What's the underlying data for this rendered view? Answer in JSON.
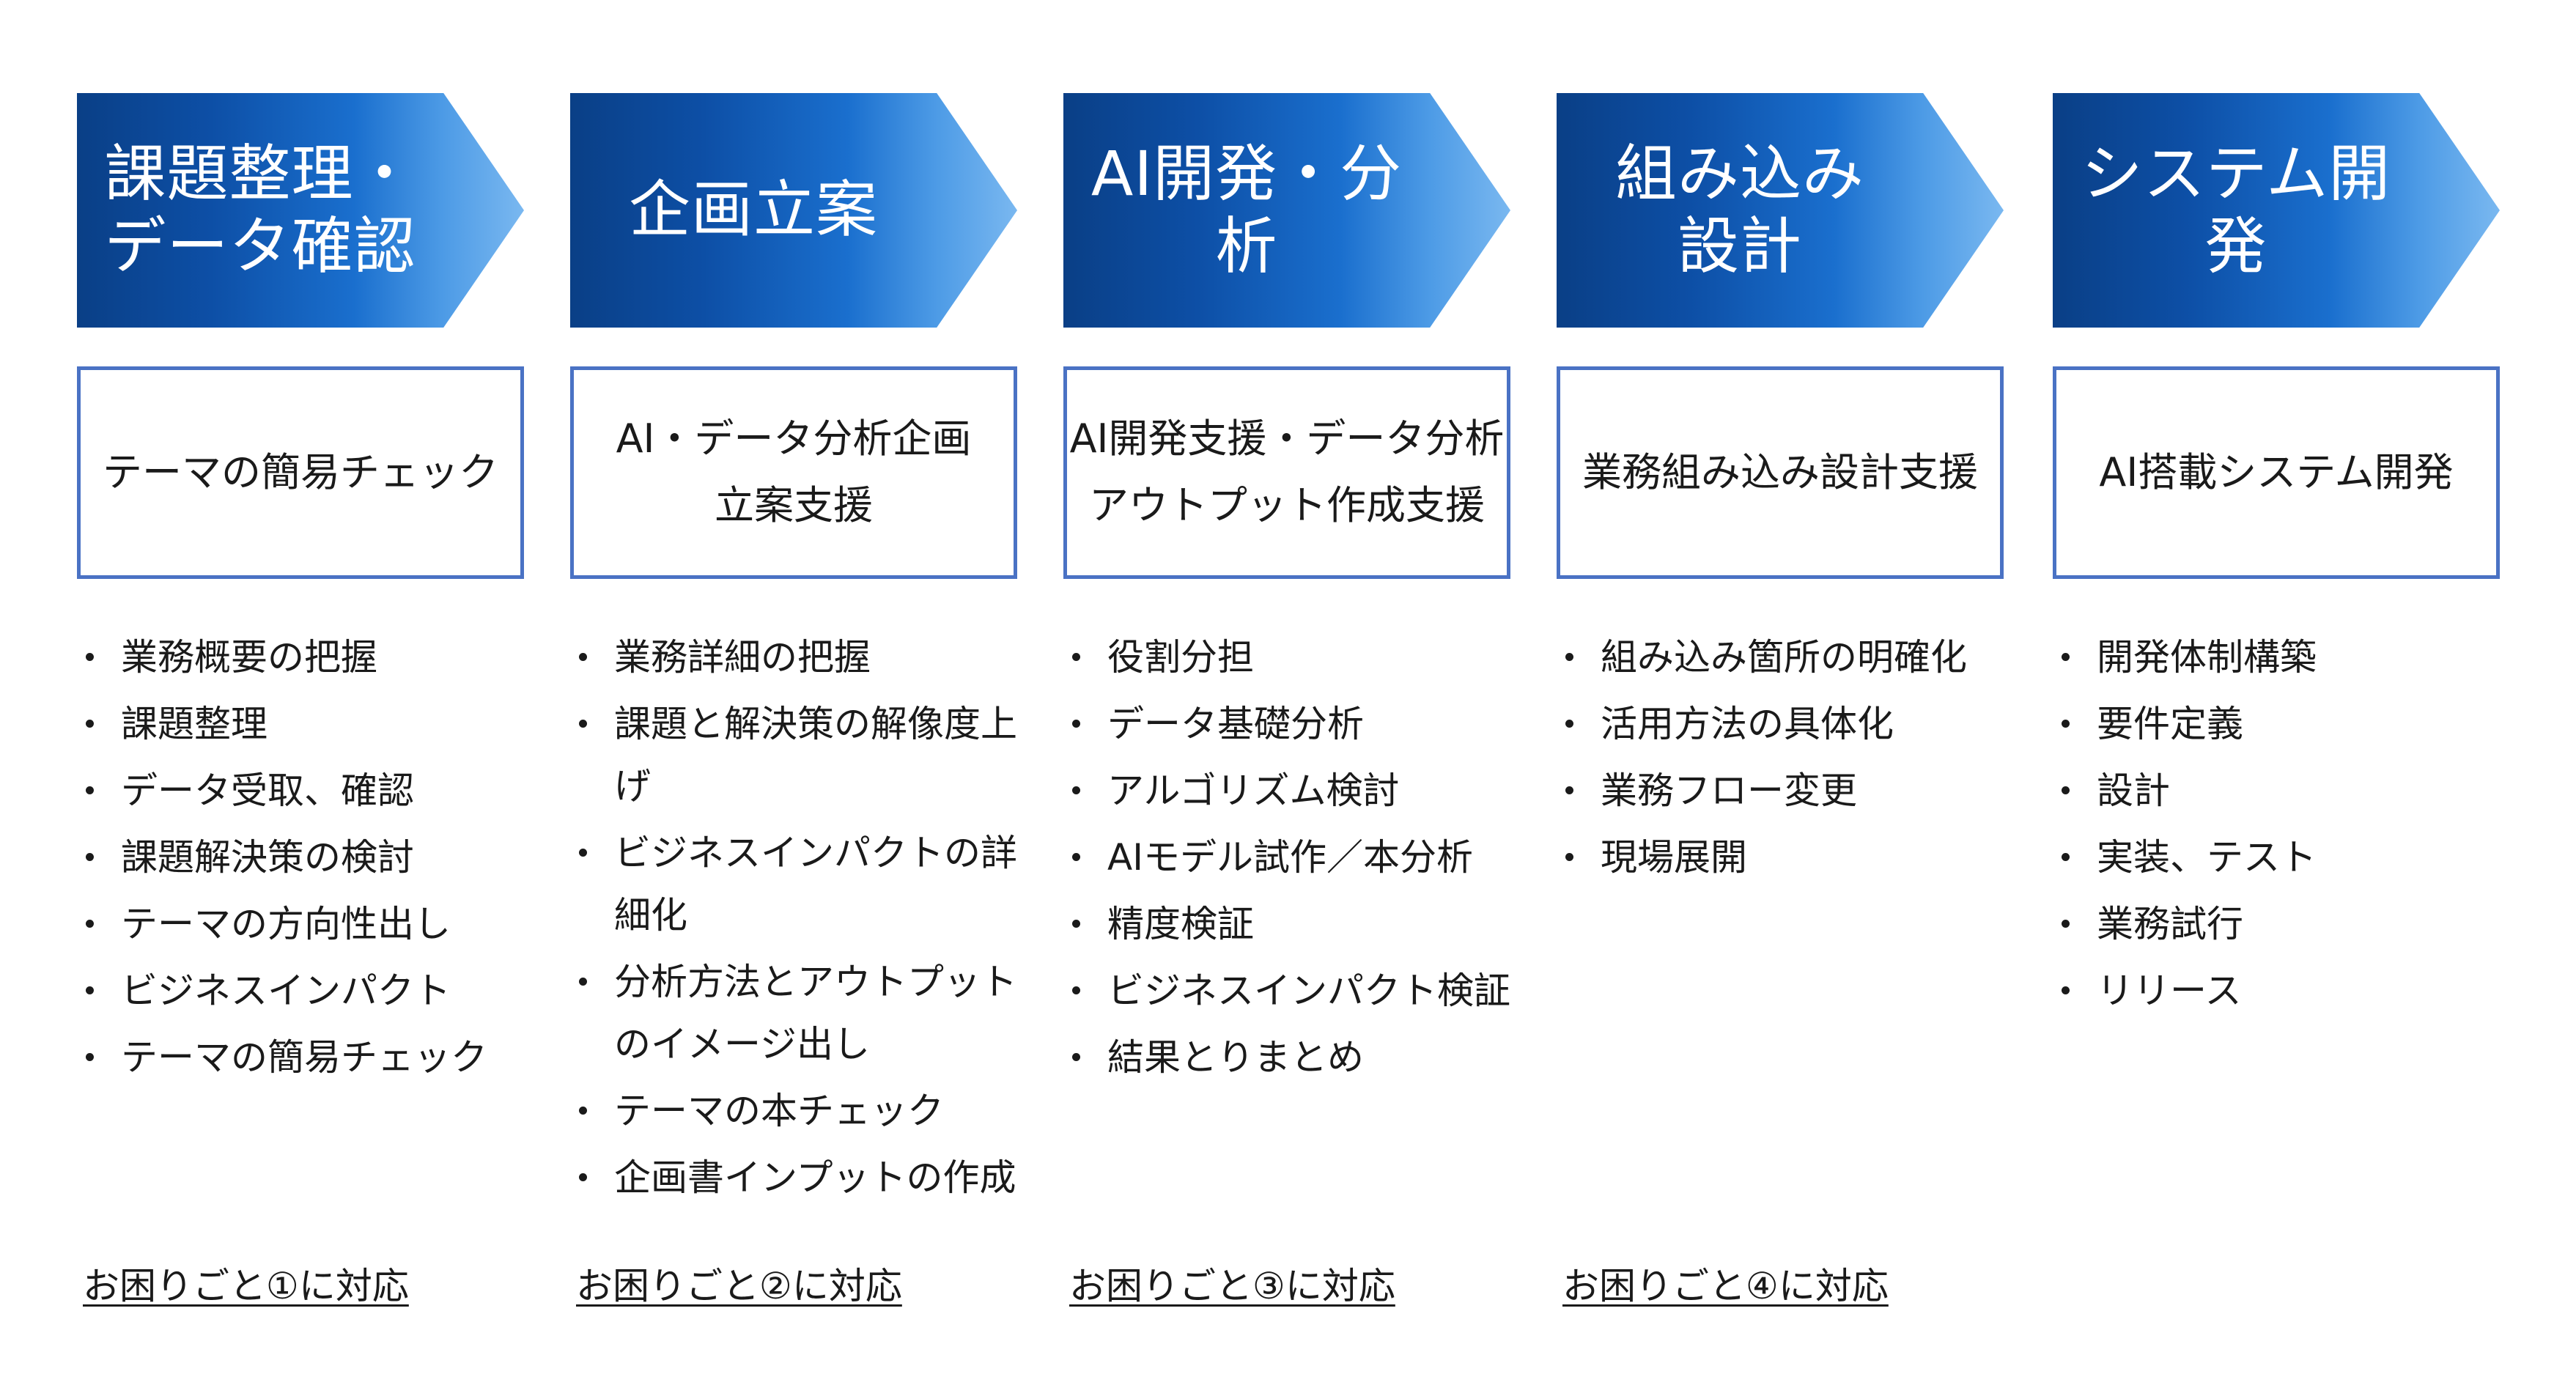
{
  "phases": [
    {
      "title": "課題整理・\nデータ確認",
      "summary": "テーマの簡易チェック",
      "items": [
        "業務概要の把握",
        "課題整理",
        "データ受取、確認",
        "課題解決策の検討",
        "テーマの方向性出し",
        "ビジネスインパクト",
        "テーマの簡易チェック"
      ],
      "footer": "お困りごと①に対応"
    },
    {
      "title": "企画立案",
      "summary": "AI・データ分析企画\n立案支援",
      "items": [
        "業務詳細の把握",
        "課題と解決策の解像度上げ",
        "ビジネスインパクトの詳細化",
        "分析方法とアウトプットのイメージ出し",
        "テーマの本チェック",
        "企画書インプットの作成"
      ],
      "footer": "お困りごと②に対応"
    },
    {
      "title": "AI開発・分析",
      "summary": "AI開発支援・データ分析\nアウトプット作成支援",
      "items": [
        "役割分担",
        "データ基礎分析",
        "アルゴリズム検討",
        "AIモデル試作／本分析",
        "精度検証",
        "ビジネスインパクト検証",
        "結果とりまとめ"
      ],
      "footer": "お困りごと③に対応"
    },
    {
      "title": "組み込み\n設計",
      "summary": "業務組み込み設計支援",
      "items": [
        "組み込み箇所の明確化",
        "活用方法の具体化",
        "業務フロー変更",
        "現場展開"
      ],
      "footer": "お困りごと④に対応"
    },
    {
      "title": "システム開発",
      "summary": "AI搭載システム開発",
      "items": [
        "開発体制構築",
        "要件定義",
        "設計",
        "実装、テスト",
        "業務試行",
        "リリース"
      ],
      "footer": ""
    }
  ],
  "colors": {
    "chevron_dark": "#0a3f86",
    "chevron_light": "#7ab8f0",
    "box_border": "#4a72c4"
  }
}
